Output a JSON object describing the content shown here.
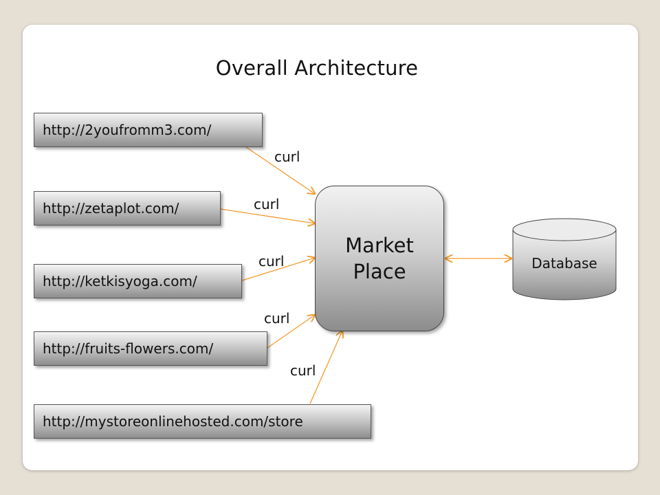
{
  "title": "Overall Architecture",
  "sources": [
    {
      "url": "http://2youfromm3.com/",
      "edge_label": "curl"
    },
    {
      "url": "http://zetaplot.com/",
      "edge_label": "curl"
    },
    {
      "url": "http://ketkisyoga.com/",
      "edge_label": "curl"
    },
    {
      "url": "http://fruits-flowers.com/",
      "edge_label": "curl"
    },
    {
      "url": "http://mystoreonlinehosted.com/store",
      "edge_label": "curl"
    }
  ],
  "hub": {
    "line1": "Market",
    "line2": "Place"
  },
  "database": {
    "label": "Database"
  },
  "colors": {
    "arrow": "#f59a2c",
    "box_border": "#555555",
    "background": "#e6dfd4"
  }
}
